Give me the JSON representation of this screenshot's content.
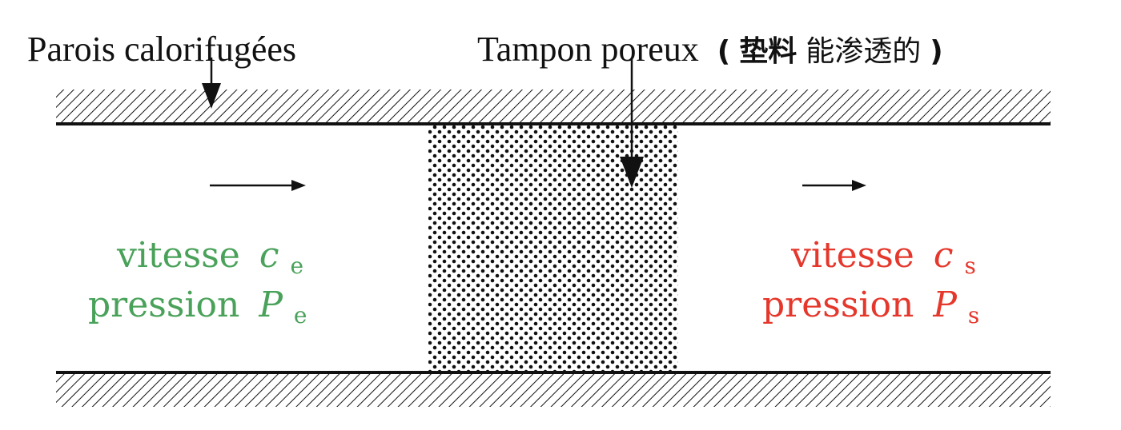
{
  "labels": {
    "walls": "Parois calorifugées",
    "plug_prefix": "Tampon poreux",
    "plug_note_open": "(",
    "plug_note_bold": "垫料",
    "plug_note_rest": " 能渗透的",
    "plug_note_close": ")"
  },
  "inlet": {
    "speed_word": "vitesse",
    "speed_symbol": "c",
    "speed_sub": "e",
    "pressure_word": "pression",
    "pressure_symbol": "P",
    "pressure_sub": "e",
    "color": "#4aa25a"
  },
  "outlet": {
    "speed_word": "vitesse",
    "speed_symbol": "c",
    "speed_sub": "s",
    "pressure_word": "pression",
    "pressure_symbol": "P",
    "pressure_sub": "s",
    "color": "#e5372b"
  }
}
